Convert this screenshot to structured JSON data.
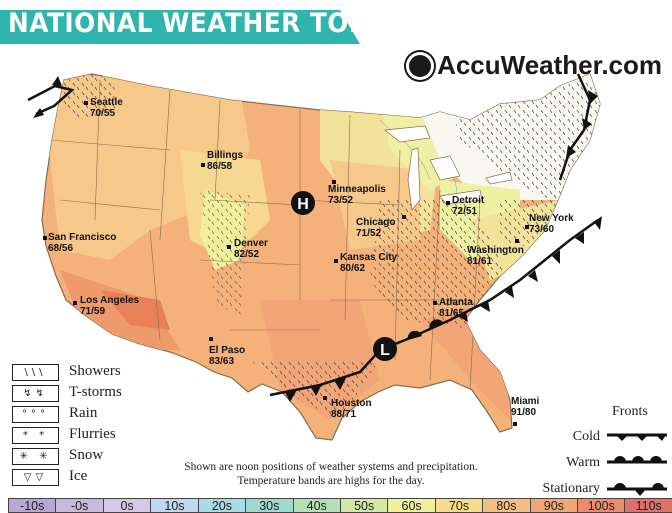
{
  "header": {
    "title": "NATIONAL WEATHER TODAY",
    "brand": "AccuWeather.com"
  },
  "cities": [
    {
      "name": "Seattle",
      "temps": "70/55"
    },
    {
      "name": "Billings",
      "temps": "86/58"
    },
    {
      "name": "Minneapolis",
      "temps": "73/52"
    },
    {
      "name": "Detroit",
      "temps": "72/51"
    },
    {
      "name": "New York",
      "temps": "73/60"
    },
    {
      "name": "Chicago",
      "temps": "71/52"
    },
    {
      "name": "San Francisco",
      "temps": "68/56"
    },
    {
      "name": "Denver",
      "temps": "82/52"
    },
    {
      "name": "Kansas City",
      "temps": "80/62"
    },
    {
      "name": "Washington",
      "temps": "81/61"
    },
    {
      "name": "Los Angeles",
      "temps": "71/59"
    },
    {
      "name": "Atlanta",
      "temps": "81/65"
    },
    {
      "name": "El Paso",
      "temps": "83/63"
    },
    {
      "name": "Houston",
      "temps": "88/71"
    },
    {
      "name": "Miami",
      "temps": "91/80"
    }
  ],
  "pressure_centers": [
    "H",
    "L"
  ],
  "legend": {
    "precip": [
      {
        "label": "Showers",
        "symbol": "\\\\\\"
      },
      {
        "label": "T-storms",
        "symbol": "↯↯"
      },
      {
        "label": "Rain",
        "symbol": "°°°"
      },
      {
        "label": "Flurries",
        "symbol": "*  *"
      },
      {
        "label": "Snow",
        "symbol": "✳ ✳"
      },
      {
        "label": "Ice",
        "symbol": "▽▽"
      }
    ],
    "fronts_title": "Fronts",
    "fronts": [
      "Cold",
      "Warm",
      "Stationary"
    ]
  },
  "note": "Shown are noon positions of weather systems and precipitation. Temperature bands are highs for the day.",
  "temperature_bands": [
    {
      "label": "-10s",
      "color": "#b9a8d3"
    },
    {
      "label": "-0s",
      "color": "#c9b9dd"
    },
    {
      "label": "0s",
      "color": "#d4c8e6"
    },
    {
      "label": "10s",
      "color": "#bfd7ef"
    },
    {
      "label": "20s",
      "color": "#a9dbe6"
    },
    {
      "label": "30s",
      "color": "#9fd9cf"
    },
    {
      "label": "40s",
      "color": "#b4e0b8"
    },
    {
      "label": "50s",
      "color": "#d2e9a6"
    },
    {
      "label": "60s",
      "color": "#f0ef9c"
    },
    {
      "label": "70s",
      "color": "#f8dc8c"
    },
    {
      "label": "80s",
      "color": "#f6bf82"
    },
    {
      "label": "90s",
      "color": "#f2a678"
    },
    {
      "label": "100s",
      "color": "#ec8c6f"
    },
    {
      "label": "110s",
      "color": "#e2706a"
    }
  ],
  "colors": {
    "title_band": "#2fb5ae",
    "land_warm": "#f4b27a",
    "land_hot": "#ee9a6a",
    "land_mild": "#f6d27e",
    "land_cool": "#eef0a4",
    "cold_front": "#111111"
  }
}
